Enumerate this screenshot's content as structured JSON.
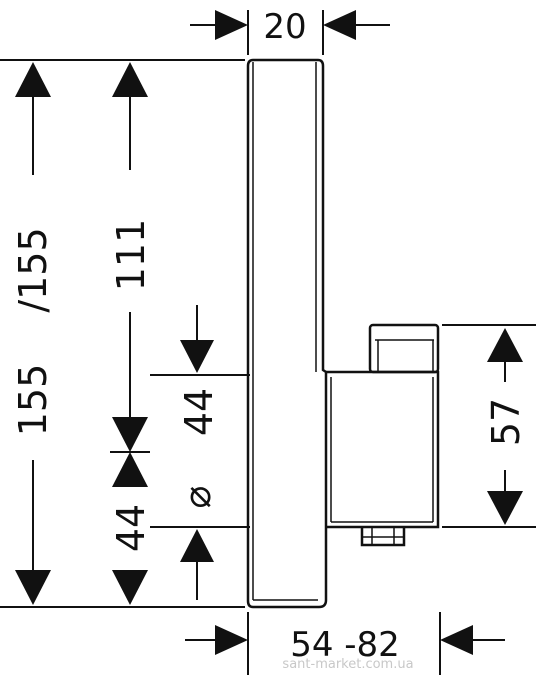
{
  "diagram": {
    "dim_top": "20",
    "dim_left_total": "155",
    "dim_left_alt": "/155",
    "dim_left_upper": "111",
    "dim_left_lower": "44",
    "dim_center_diameter": "44",
    "diameter_symbol": "⌀",
    "dim_right": "57",
    "dim_bottom": "54 -82"
  },
  "watermark": "sant-market.com.ua",
  "colors": {
    "line": "#111111",
    "background": "#ffffff"
  }
}
